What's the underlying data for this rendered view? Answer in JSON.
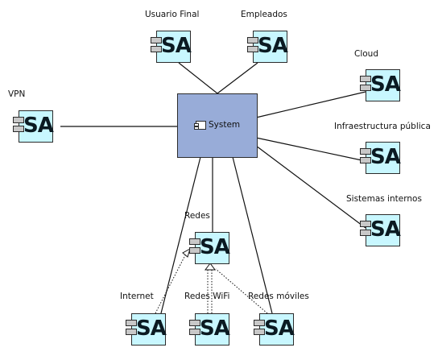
{
  "diagram": {
    "system": {
      "label": "System"
    },
    "components": {
      "usuario_final": {
        "label": "Usuario Final",
        "stereotype": "SA"
      },
      "empleados": {
        "label": "Empleados",
        "stereotype": "SA"
      },
      "cloud": {
        "label": "Cloud",
        "stereotype": "SA"
      },
      "vpn": {
        "label": "VPN",
        "stereotype": "SA"
      },
      "infraestructura_publica": {
        "label": "Infraestructura pública",
        "stereotype": "SA"
      },
      "sistemas_internos": {
        "label": "Sistemas internos",
        "stereotype": "SA"
      },
      "redes": {
        "label": "Redes",
        "stereotype": "SA"
      },
      "internet": {
        "label": "Internet",
        "stereotype": "SA"
      },
      "redes_wifi": {
        "label": "Redes WiFi",
        "stereotype": "SA"
      },
      "redes_moviles": {
        "label": "Redes móviles",
        "stereotype": "SA"
      }
    },
    "colors": {
      "system_fill": "#98acd8",
      "component_fill": "#c8f7ff",
      "tab_fill": "#c8c8c8",
      "line": "#111111"
    },
    "icons": {
      "system": "component-icon",
      "component": "sa-component-icon"
    },
    "connections": [
      {
        "from": "system",
        "to": "usuario_final",
        "style": "solid"
      },
      {
        "from": "system",
        "to": "empleados",
        "style": "solid"
      },
      {
        "from": "system",
        "to": "cloud",
        "style": "solid"
      },
      {
        "from": "system",
        "to": "vpn",
        "style": "solid"
      },
      {
        "from": "system",
        "to": "infraestructura_publica",
        "style": "solid"
      },
      {
        "from": "system",
        "to": "sistemas_internos",
        "style": "solid"
      },
      {
        "from": "system",
        "to": "redes",
        "style": "solid"
      },
      {
        "from": "system",
        "to": "internet",
        "style": "solid"
      },
      {
        "from": "system",
        "to": "redes_moviles",
        "style": "solid"
      },
      {
        "from": "internet",
        "to": "redes",
        "style": "dotted-generalization"
      },
      {
        "from": "redes_wifi",
        "to": "redes",
        "style": "dotted-generalization"
      },
      {
        "from": "redes_moviles",
        "to": "redes",
        "style": "dotted-generalization"
      }
    ]
  }
}
